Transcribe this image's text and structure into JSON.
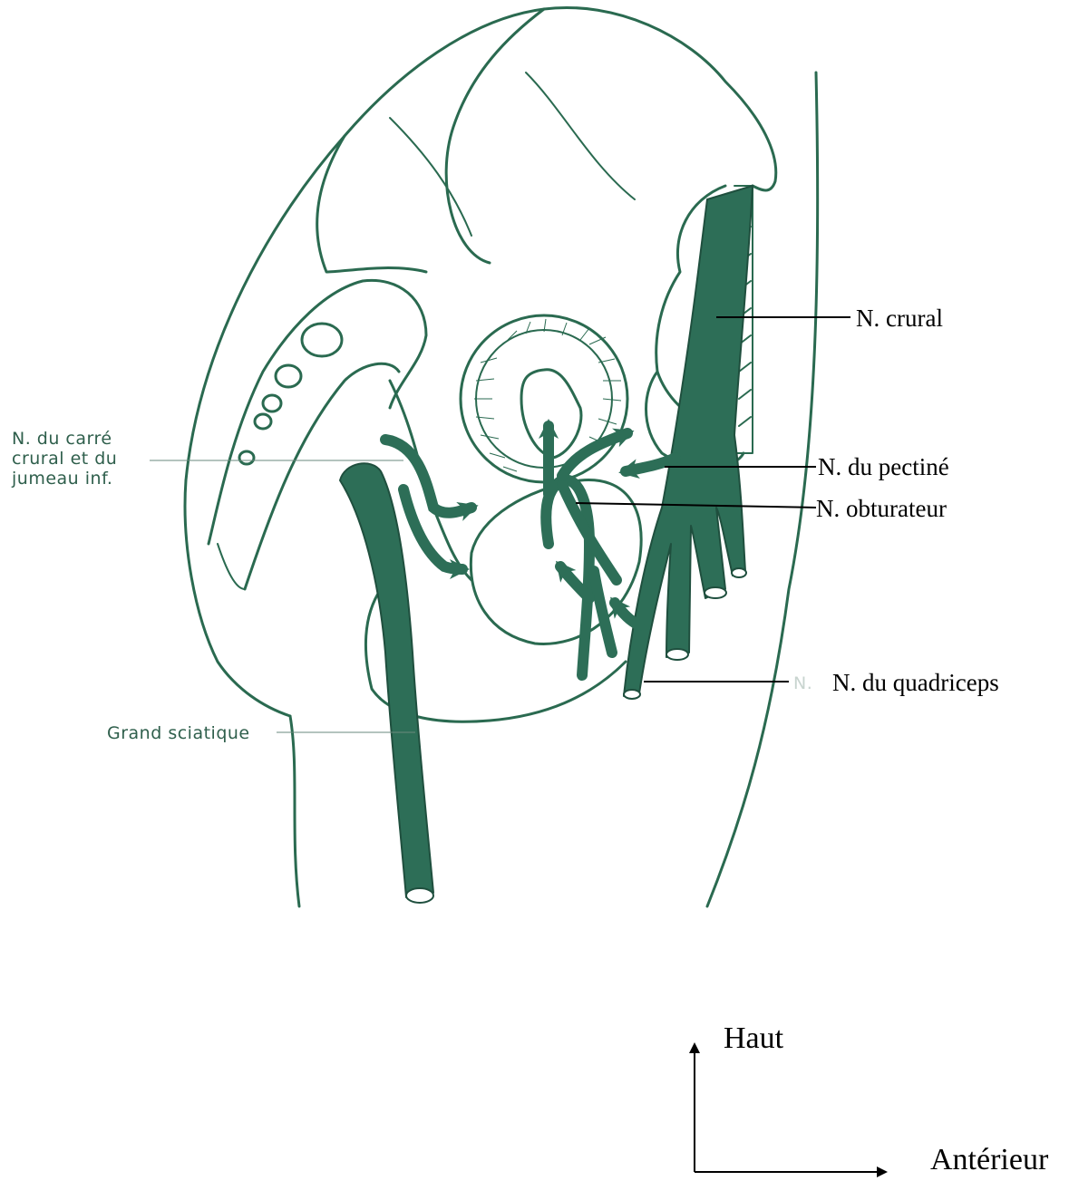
{
  "labels": {
    "crural": "N. crural",
    "pectine": "N. du pectiné",
    "obturateur": "N. obturateur",
    "quadriceps": "N. du quadriceps",
    "quadriceps_faint": "N.",
    "carre_line1": "N. du carré",
    "carre_line2": "crural et du",
    "carre_line3": "jumeau inf.",
    "grand_sciatique": "Grand sciatique"
  },
  "orientation": {
    "up": "Haut",
    "anterior": "Antérieur"
  },
  "colors": {
    "nerve": "#2d6e57",
    "outline": "#2a6a50",
    "text": "#000000"
  }
}
